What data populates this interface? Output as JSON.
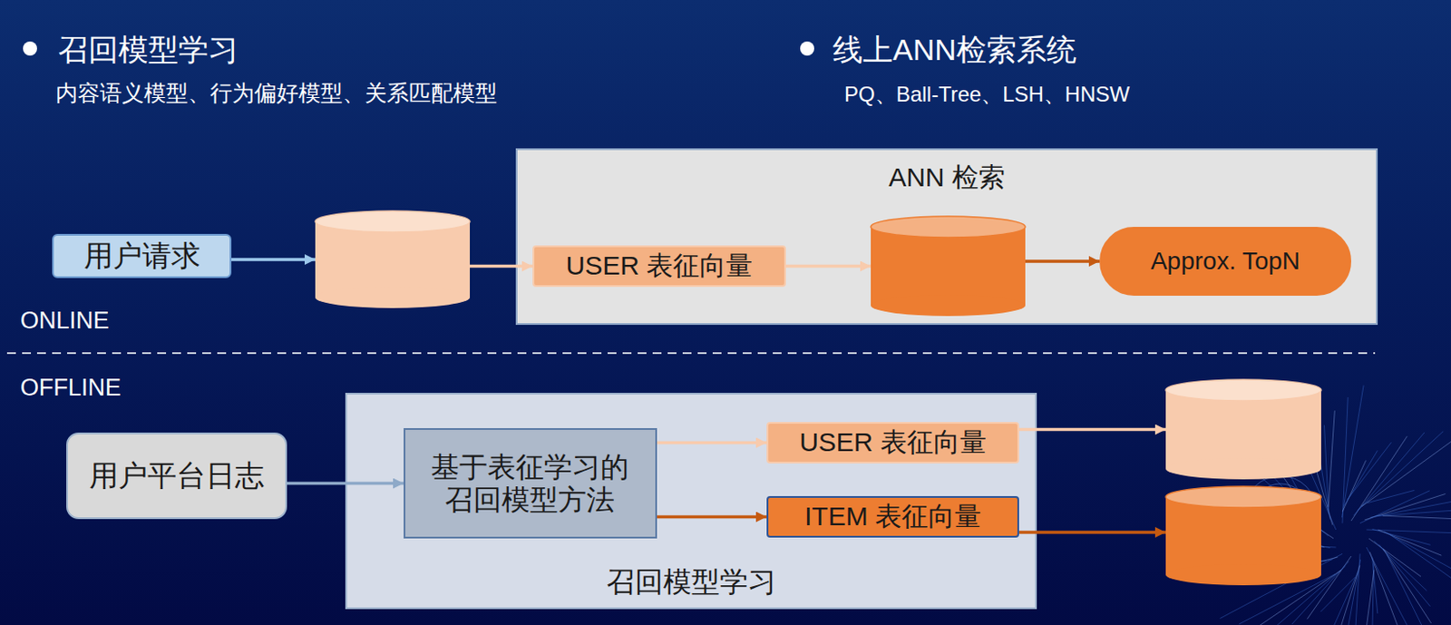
{
  "diagram": {
    "nodes": [
      {
        "text": [
          "用户请求"
        ]
      },
      {
        "text": []
      },
      {
        "text": [
          "ANN 检索"
        ]
      },
      {
        "text": [
          "USER 表征向量"
        ],
        "in": 2
      },
      {
        "text": [],
        "in": 2
      },
      {
        "text": [
          "Approx. TopN"
        ],
        "in": 2
      },
      {
        "text": [
          "用户平台日志"
        ]
      },
      {
        "text": [
          "召回模型学习"
        ]
      },
      {
        "text": [
          "基于表征学习的 召回模型方法"
        ],
        "in": 7
      },
      {
        "text": [
          "USER 表征向量"
        ],
        "in": 7
      },
      {
        "text": [
          "ITEM 表征向量"
        ],
        "in": 7
      },
      {
        "text": []
      },
      {
        "text": []
      }
    ],
    "edges": [
      {
        "from": 0,
        "to": 1,
        "arrow": "to"
      },
      {
        "from": 1,
        "to": 3,
        "arrow": "to"
      },
      {
        "from": 3,
        "to": 4,
        "arrow": "to"
      },
      {
        "from": 4,
        "to": 5,
        "arrow": "to"
      },
      {
        "from": 6,
        "to": 8,
        "arrow": "to"
      },
      {
        "from": 8,
        "to": 9,
        "arrow": "to"
      },
      {
        "from": 8,
        "to": 10,
        "arrow": "to"
      },
      {
        "from": 9,
        "to": 11,
        "arrow": "to"
      },
      {
        "from": 10,
        "to": 12,
        "arrow": "to"
      }
    ],
    "labels": [
      "召回模型学习",
      "内容语义模型、行为偏好模型、关系匹配模型",
      "线上ANN检索系统",
      "PQ、Ball-Tree、LSH、HNSW",
      "ONLINE",
      "OFFLINE"
    ]
  }
}
